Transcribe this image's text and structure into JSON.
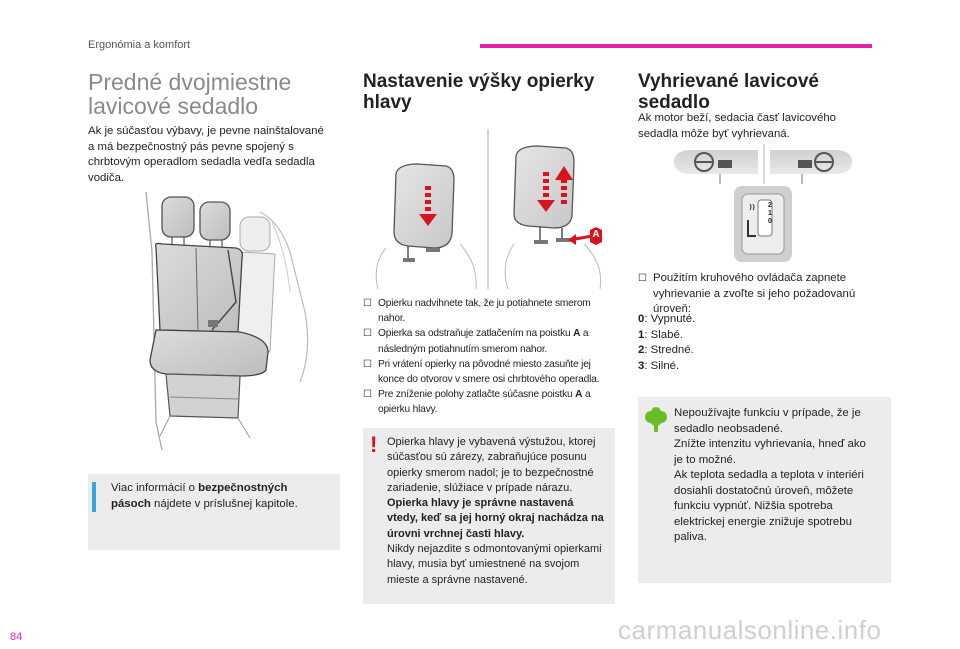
{
  "header": {
    "section": "Ergonómia a komfort"
  },
  "page_number": "84",
  "watermark": "carmanualsonline.info",
  "col1": {
    "title_line1": "Predné dvojmiestne",
    "title_line2": "lavicové sedadlo",
    "intro": [
      "Ak je súčasťou výbavy, je pevne nainštalované",
      "a má bezpečnostný pás pevne spojený s",
      "chrbtovým operadlom sedadla vedľa sedadla",
      "vodiča."
    ],
    "info_pre": "Viac informácií o ",
    "info_bold1": "bezpečnostných",
    "info_bold2": "pásoch",
    "info_post": " nájdete v príslušnej kapitole."
  },
  "col2": {
    "title_line1": "Nastavenie výšky opierky",
    "title_line2": "hlavy",
    "image_label": "A",
    "bullets": [
      [
        "Opierku nadvihnete tak, že ju potiahnete smerom",
        "nahor."
      ],
      [
        "Opierka sa odstraňuje zatlačením na poistku ",
        "A",
        " a",
        "následným potiahnutím smerom nahor."
      ],
      [
        "Pri vrátení opierky na pôvodné miesto zasuňte jej",
        "konce do otvorov v smere osi chrbtového operadla."
      ],
      [
        "Pre zníženie polohy zatlačte súčasne poistku ",
        "A",
        " a",
        "opierku hlavy."
      ]
    ],
    "bullet_mark": "",
    "warning": {
      "icon": "!",
      "lines": [
        "Opierka hlavy je vybavená výstužou, ktorej",
        "súčasťou sú zárezy, zabraňujúce posunu",
        "opierky smerom nadol; je to bezpečnostné",
        "zariadenie, slúžiace v prípade nárazu."
      ],
      "bold_lines": [
        "Opierka hlavy je správne nastavená",
        "vtedy, keď sa jej horný okraj nachádza na",
        "úrovni vrchnej časti hlavy."
      ],
      "end_lines": [
        "Nikdy nejazdite s odmontovanými opierkami",
        "hlavy, musia byť umiestnené na svojom",
        "mieste a správne nastavené."
      ]
    }
  },
  "col3": {
    "title_line1": "Vyhrievané lavicové",
    "title_line2": "sedadlo",
    "intro": [
      "Ak motor beží, sedacia časť lavicového",
      "sedadla môže byť vyhrievaná."
    ],
    "dial_marks": [
      "2",
      "1",
      "0"
    ],
    "bullet": [
      "Použitím kruhového ovládača zapnete",
      "vyhrievanie a zvoľte si jeho požadovanú",
      "úroveň:"
    ],
    "levels": [
      {
        "num": "0",
        "text": ": Vypnuté."
      },
      {
        "num": "1",
        "text": ": Slabé."
      },
      {
        "num": "2",
        "text": ": Stredné."
      },
      {
        "num": "3",
        "text": ": Silné."
      }
    ],
    "eco": [
      "Nepoužívajte funkciu v prípade, že je",
      "sedadlo neobsadené.",
      "Znížte intenzitu vyhrievania, hneď ako",
      "je to možné.",
      "Ak teplota sedadla a teplota v interiéri",
      "dosiahli dostatočnú úroveň, môžete",
      "funkciu vypnúť. Nižšia spotreba",
      "elektrickej energie znižuje spotrebu",
      "paliva."
    ]
  },
  "colors": {
    "accent": "#e51fa6",
    "warning": "#d8131b",
    "info": "#33a6de",
    "eco": "#69be28"
  }
}
